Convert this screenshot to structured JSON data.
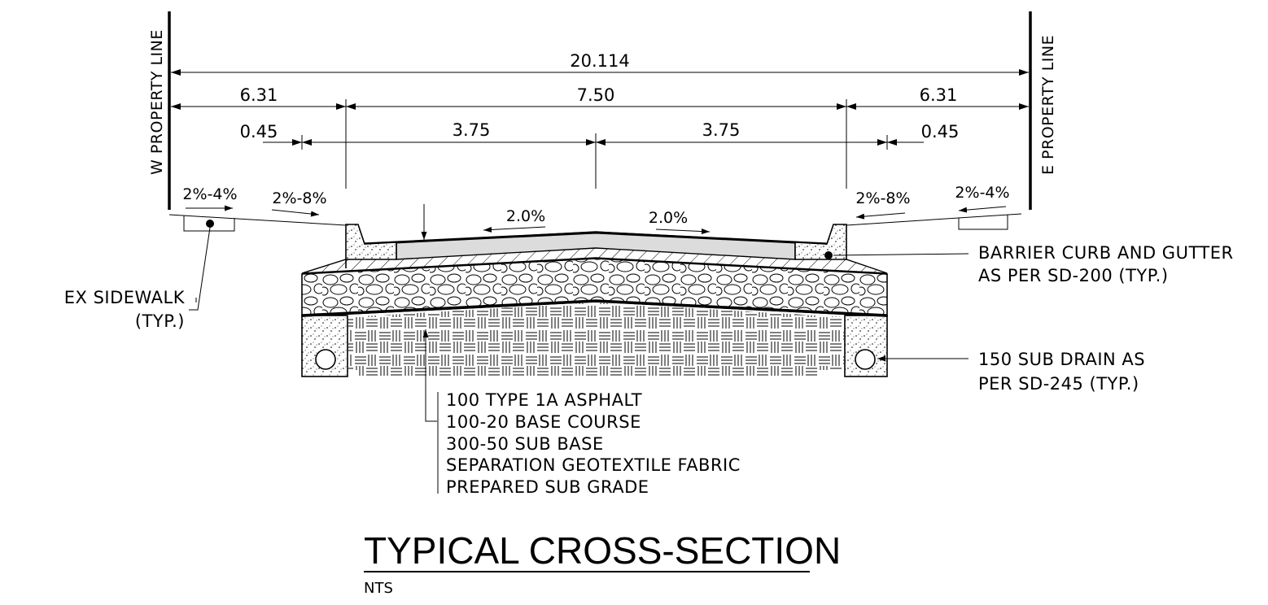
{
  "property_lines": {
    "west": "W PROPERTY LINE",
    "east": "E PROPERTY LINE"
  },
  "dimensions": {
    "overall": "20.114",
    "west_boulevard": "6.31",
    "roadway": "7.50",
    "east_boulevard": "6.31",
    "west_gutter": "0.45",
    "west_lane": "3.75",
    "east_lane": "3.75",
    "east_gutter": "0.45"
  },
  "slopes": {
    "west_sidewalk": "2%-4%",
    "west_boulevard": "2%-8%",
    "west_lane": "2.0%",
    "east_lane": "2.0%",
    "east_boulevard": "2%-8%",
    "east_sidewalk": "2%-4%"
  },
  "callouts": {
    "sidewalk": [
      "EX SIDEWALK",
      "(TYP.)"
    ],
    "curb": [
      "BARRIER CURB AND GUTTER",
      "AS PER SD-200 (TYP.)"
    ],
    "drain": [
      "150 SUB DRAIN AS",
      "PER SD-245 (TYP.)"
    ],
    "layers": [
      "100 TYPE 1A ASPHALT",
      "100-20 BASE COURSE",
      "300-50 SUB BASE",
      "SEPARATION GEOTEXTILE FABRIC",
      "PREPARED SUB GRADE"
    ]
  },
  "title": {
    "main": "TYPICAL CROSS-SECTION",
    "scale": "NTS"
  }
}
